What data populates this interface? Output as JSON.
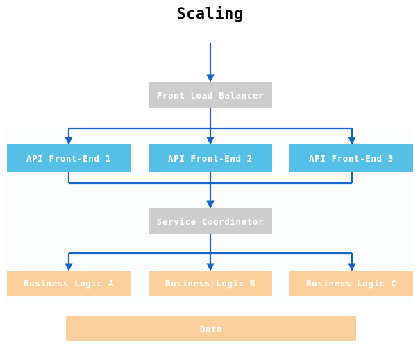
{
  "diagram": {
    "title": "Scaling",
    "colors": {
      "background": "#ffffff",
      "tint_band": "#fbfdfe",
      "gray_node": "#cdcdcd",
      "blue_node": "#55bfe5",
      "orange_node": "#fbd09c",
      "connector": "#1565c8",
      "node_label": "#ffffff",
      "title_text": "#0d0d0d"
    },
    "nodes": {
      "front_load_balancer": {
        "label": "Front Load Balancer",
        "tier": "gray"
      },
      "api_front_end_1": {
        "label": "API Front-End 1",
        "tier": "blue"
      },
      "api_front_end_2": {
        "label": "API Front-End 2",
        "tier": "blue"
      },
      "api_front_end_3": {
        "label": "API Front-End 3",
        "tier": "blue"
      },
      "service_coordinator": {
        "label": "Service Coordinator",
        "tier": "gray"
      },
      "business_logic_a": {
        "label": "Business Logic A",
        "tier": "orange"
      },
      "business_logic_b": {
        "label": "Business Logic B",
        "tier": "orange"
      },
      "business_logic_c": {
        "label": "Business Logic C",
        "tier": "orange"
      },
      "data": {
        "label": "Data",
        "tier": "orange"
      }
    },
    "edges": [
      {
        "from": "entry",
        "to": "front_load_balancer"
      },
      {
        "from": "front_load_balancer",
        "to": "api_front_end_1"
      },
      {
        "from": "front_load_balancer",
        "to": "api_front_end_2"
      },
      {
        "from": "front_load_balancer",
        "to": "api_front_end_3"
      },
      {
        "from": "api_front_end_1",
        "to": "service_coordinator"
      },
      {
        "from": "api_front_end_2",
        "to": "service_coordinator"
      },
      {
        "from": "api_front_end_3",
        "to": "service_coordinator"
      },
      {
        "from": "service_coordinator",
        "to": "business_logic_a"
      },
      {
        "from": "service_coordinator",
        "to": "business_logic_b"
      },
      {
        "from": "service_coordinator",
        "to": "business_logic_c"
      }
    ]
  }
}
